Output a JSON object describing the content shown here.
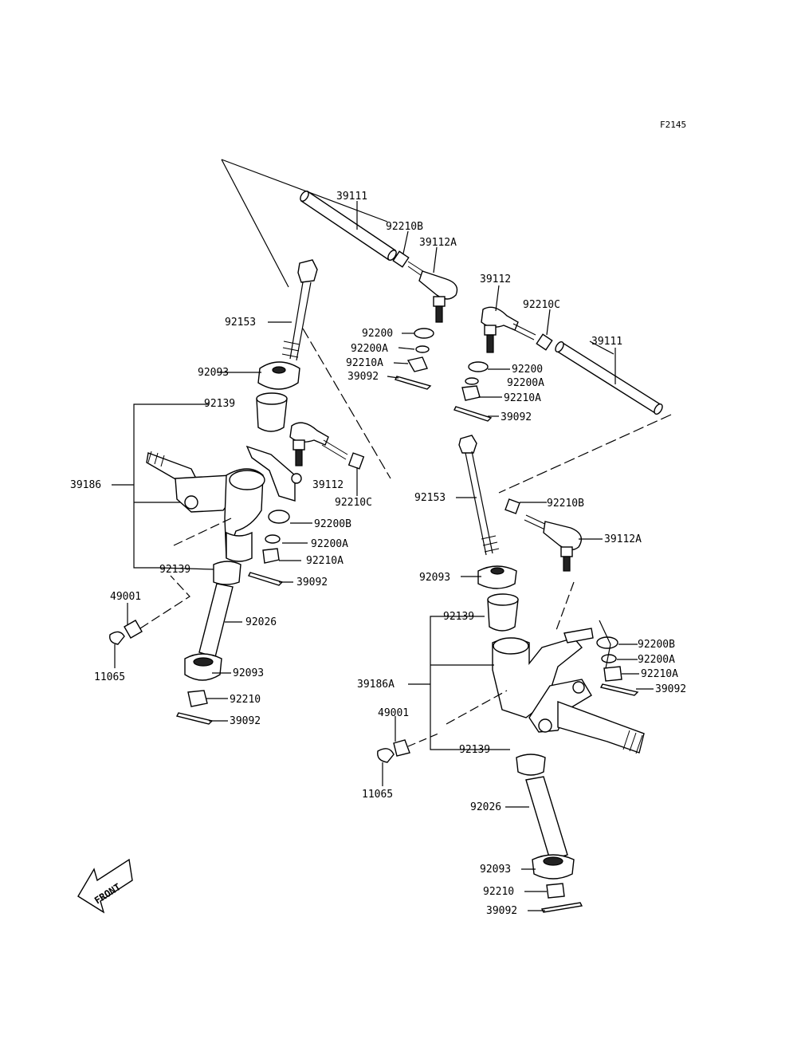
{
  "figure_code": "F2145",
  "front_arrow": {
    "label": "FRONT"
  },
  "callouts": {
    "a_39111": "39111",
    "a_92210B": "92210B",
    "a_39112A": "39112A",
    "a_39112": "39112",
    "a_92210C": "92210C",
    "b_39111": "39111",
    "a_92200": "92200",
    "a_92200A": "92200A",
    "a_92210A": "92210A",
    "a_39092": "39092",
    "b_92200": "92200",
    "b_92200A": "92200A",
    "b_92210A": "92210A",
    "b_39092": "39092",
    "l_92153": "92153",
    "l_92093": "92093",
    "l_92139_top": "92139",
    "l_39186": "39186",
    "l_39112": "39112",
    "l_92210C": "92210C",
    "l_92200B": "92200B",
    "l_92200A": "92200A",
    "l_92210A": "92210A",
    "l_92139_bot": "92139",
    "l_39092_a": "39092",
    "l_49001": "49001",
    "l_92026": "92026",
    "l_11065": "11065",
    "l_92093_b": "92093",
    "l_92210": "92210",
    "l_39092_b": "39092",
    "r_92153": "92153",
    "r_92210B": "92210B",
    "r_39112A": "39112A",
    "r_92093": "92093",
    "r_92139_top": "92139",
    "r_92200B": "92200B",
    "r_92200A": "92200A",
    "r_92210A": "92210A",
    "r_39092_a": "39092",
    "r_39186A": "39186A",
    "r_49001": "49001",
    "r_92139_bot": "92139",
    "r_11065": "11065",
    "r_92026": "92026",
    "r_92093_b": "92093",
    "r_92210": "92210",
    "r_39092_b": "39092"
  }
}
